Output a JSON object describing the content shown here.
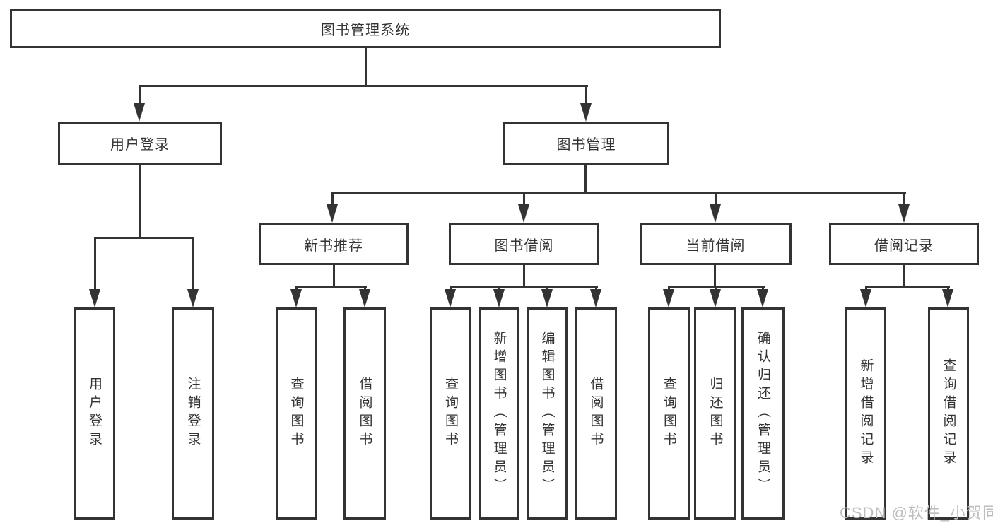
{
  "diagram": {
    "root": {
      "label": "图书管理系统"
    },
    "level2": [
      {
        "label": "用户登录"
      },
      {
        "label": "图书管理"
      }
    ],
    "level3": [
      {
        "label": "新书推荐"
      },
      {
        "label": "图书借阅"
      },
      {
        "label": "当前借阅"
      },
      {
        "label": "借阅记录"
      }
    ],
    "leaves": {
      "login": [
        "用户登录",
        "注销登录"
      ],
      "recommend": [
        "查询图书",
        "借阅图书"
      ],
      "borrow": [
        "查询图书",
        "新增图书（管理员）",
        "编辑图书（管理员）",
        "借阅图书"
      ],
      "current": [
        "查询图书",
        "归还图书",
        "确认归还（管理员）"
      ],
      "records": [
        "新增借阅记录",
        "查询借阅记录"
      ]
    }
  },
  "watermark": {
    "text": "CSDN @软件_小贺同学"
  },
  "colors": {
    "line": "#333333",
    "box_border": "#333333",
    "text": "#333333",
    "watermark": "#bdbdbd",
    "background": "#ffffff"
  }
}
